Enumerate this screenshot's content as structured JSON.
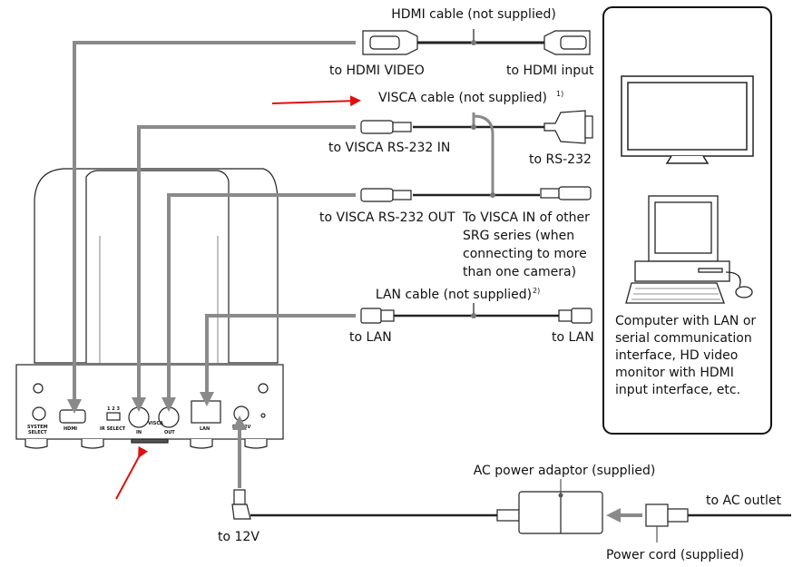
{
  "hdmi": {
    "title": "HDMI cable (not supplied)",
    "left": "to HDMI VIDEO",
    "right": "to HDMI input"
  },
  "visca": {
    "title": "VISCA cable (not supplied)",
    "note": "1)",
    "in_label": "to VISCA RS-232 IN",
    "rs232": "to RS-232",
    "out_label": "to VISCA RS-232 OUT",
    "other": [
      "To VISCA IN of other",
      "SRG series (when",
      "connecting to more",
      "than one camera)"
    ]
  },
  "lan": {
    "title": "LAN cable (not supplied)",
    "note": "2)",
    "left": "to LAN",
    "right": "to LAN"
  },
  "devices": {
    "lines": [
      "Computer with LAN or",
      "serial communication",
      "interface, HD video",
      "monitor with HDMI",
      "input interface, etc."
    ]
  },
  "power": {
    "adaptor": "AC power adaptor (supplied)",
    "outlet": "to AC outlet",
    "cord": "Power cord (supplied)",
    "dc": "to 12V"
  },
  "panel": {
    "system_select": [
      "SYSTEM",
      "SELECT"
    ],
    "hdmi": "HDMI",
    "ir_select": "IR SELECT",
    "ir_nums": "1 2 3",
    "visca": "VISCA",
    "in": "IN",
    "out": "OUT",
    "lan": "LAN",
    "dc": "DC 12V"
  },
  "colors": {
    "arrow": "#8a8a8a",
    "highlight": "#e01010"
  }
}
